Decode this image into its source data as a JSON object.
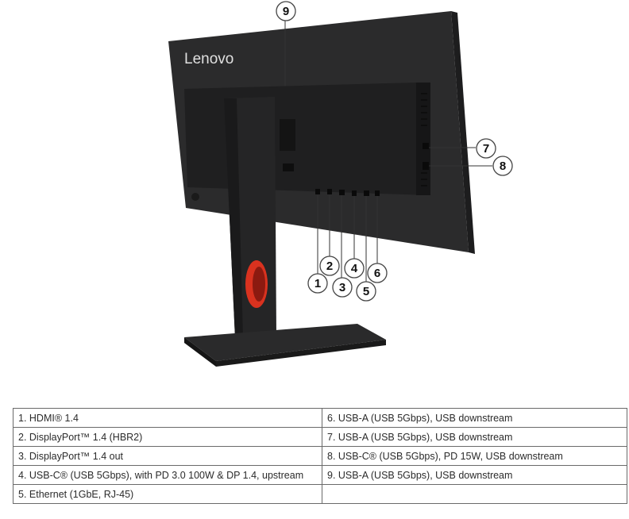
{
  "brand": {
    "logo_text": "Lenovo"
  },
  "callouts": [
    "1",
    "2",
    "3",
    "4",
    "5",
    "6",
    "7",
    "8",
    "9"
  ],
  "colors": {
    "monitor_body": "#2b2b2c",
    "stand_accent": "#d9321f",
    "table_border": "#6a6a6a"
  },
  "port_table": {
    "rows": [
      {
        "left": "1.  HDMI® 1.4",
        "right": "6.  USB-A (USB 5Gbps), USB downstream"
      },
      {
        "left": "2.  DisplayPort™ 1.4 (HBR2)",
        "right": "7.  USB-A (USB 5Gbps), USB downstream"
      },
      {
        "left": "3.  DisplayPort™ 1.4 out",
        "right": "8.  USB-C® (USB 5Gbps), PD 15W, USB downstream"
      },
      {
        "left": "4.  USB-C® (USB 5Gbps), with PD 3.0 100W & DP 1.4, upstream",
        "right": "9.  USB-A (USB 5Gbps), USB downstream"
      },
      {
        "left": "5.  Ethernet (1GbE, RJ-45)",
        "right": ""
      }
    ]
  }
}
